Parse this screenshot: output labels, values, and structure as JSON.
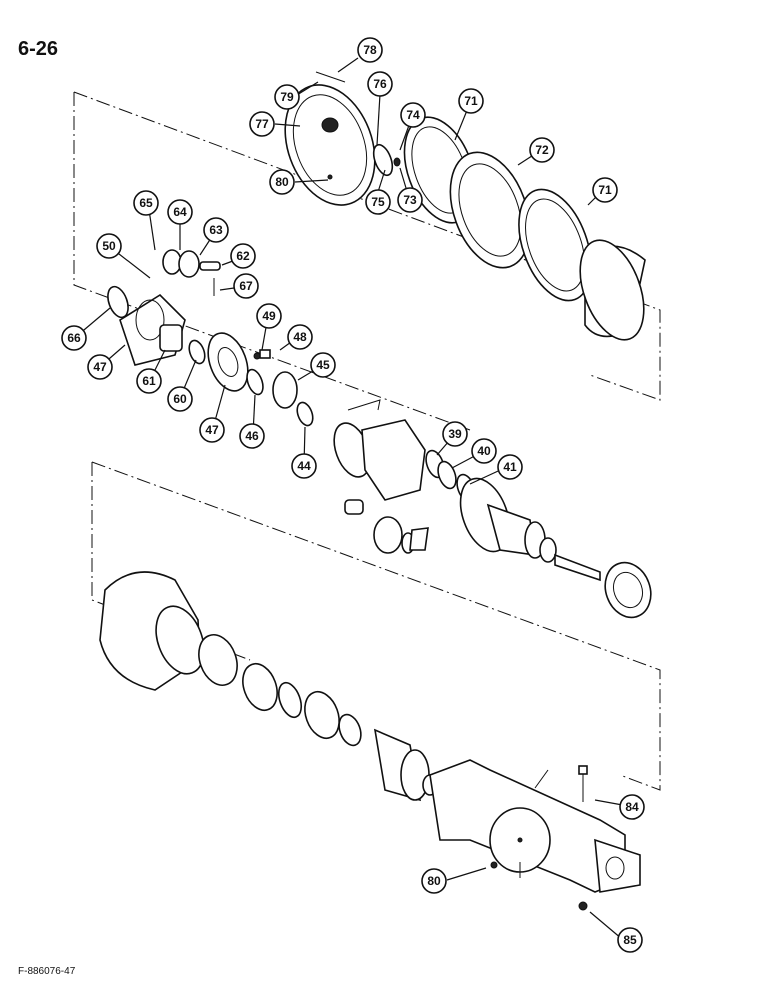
{
  "page": {
    "number": "6-26",
    "figure_code": "F-886076-47"
  },
  "callouts": [
    "78",
    "79",
    "77",
    "76",
    "74",
    "71",
    "72",
    "80",
    "75",
    "73",
    "71",
    "65",
    "64",
    "63",
    "50",
    "62",
    "67",
    "66",
    "47",
    "61",
    "49",
    "48",
    "60",
    "47",
    "45",
    "46",
    "44",
    "39",
    "40",
    "41",
    "84",
    "80",
    "85"
  ]
}
